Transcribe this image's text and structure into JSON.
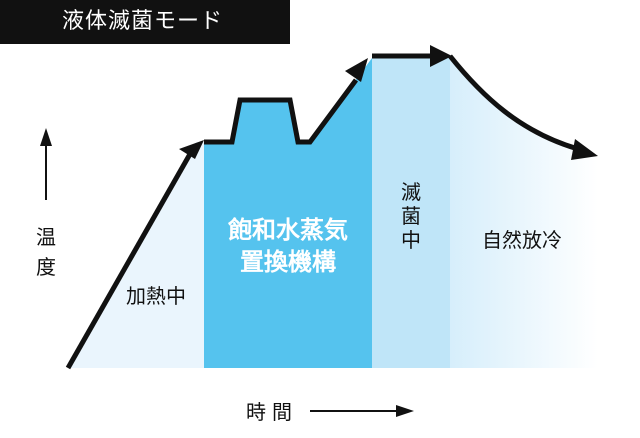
{
  "title": "液体滅菌モード",
  "axes": {
    "y_label": "温\n度",
    "x_label": "時間"
  },
  "phases": {
    "heating": "加熱中",
    "displacement": "飽和水蒸気\n置換機構",
    "sterilizing": "滅\n菌\n中",
    "cooling": "自然放冷"
  },
  "colors": {
    "banner_bg": "#111111",
    "banner_text": "#ffffff",
    "heating_fill": "#eaf5fd",
    "displacement_fill": "#55c3ee",
    "sterilizing_fill": "#bfe5f8",
    "cooling_fill_start": "#d6eefb",
    "cooling_fill_end": "#ffffff",
    "curve": "#111111"
  }
}
